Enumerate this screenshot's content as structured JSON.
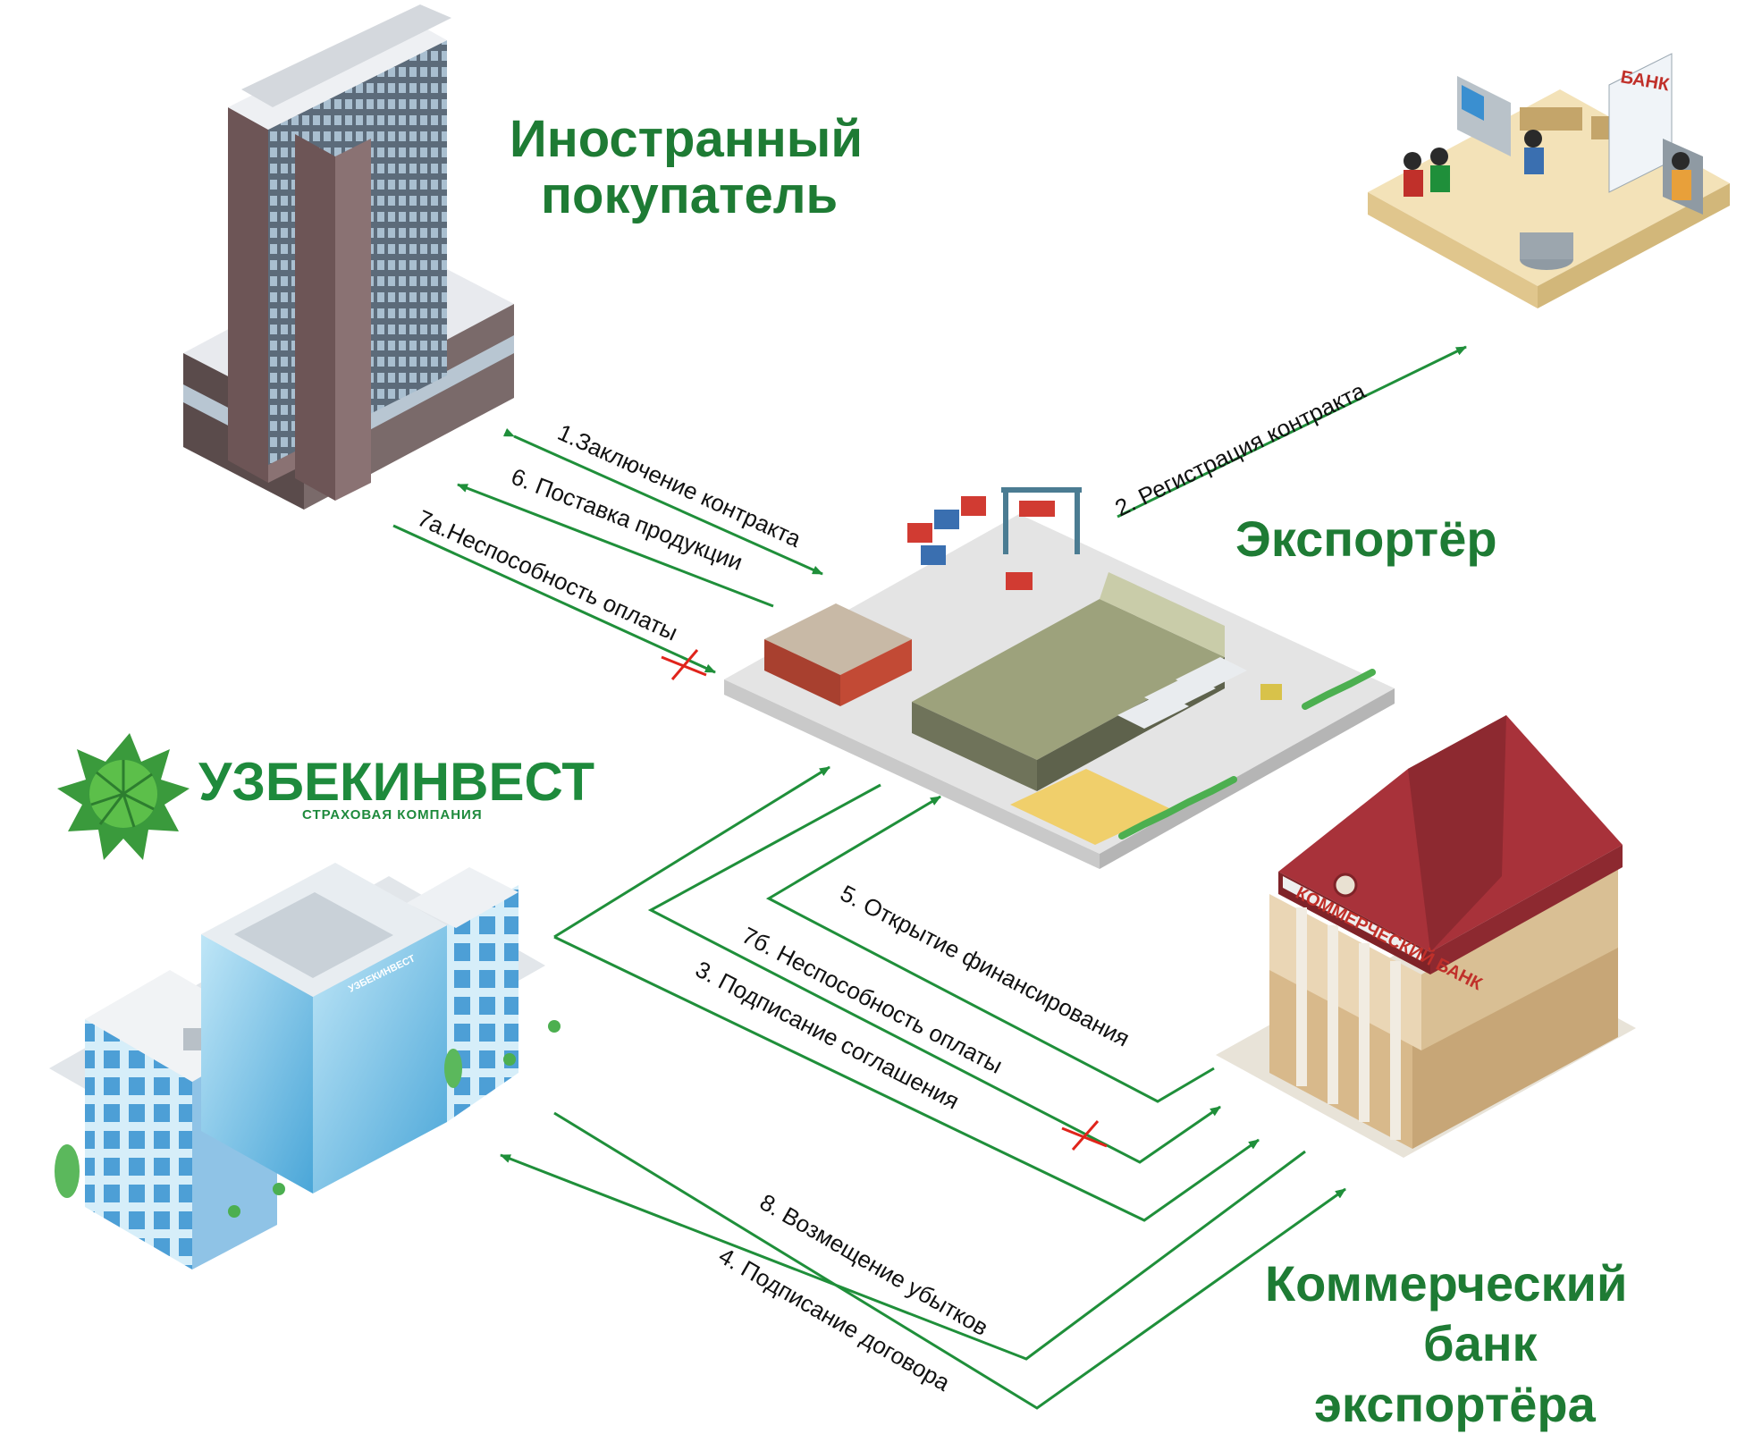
{
  "parties": {
    "buyer": [
      "Иностранный",
      "покупатель"
    ],
    "exporter": "Экспортёр",
    "bank": [
      "Коммерческий",
      "банк",
      "экспортёра"
    ]
  },
  "logo": {
    "name": "УЗБЕКИНВЕСТ",
    "subtitle": "СТРАХОВАЯ КОМПАНИЯ",
    "building_sign": "УЗБЕКИНВЕСТ"
  },
  "signs": {
    "bank_office": "БАНК",
    "bank_building": "КОММЕРЧЕСКИЙ БАНК"
  },
  "flows": {
    "f1": "1.Заключение контракта",
    "f2": "2. Регистрация контракта",
    "f3": "3. Подписание соглашения",
    "f4": "4. Подписание договора",
    "f5": "5. Открытие финансирования",
    "f6": "6. Поставка продукции",
    "f7a": "7а.Неспособность оплаты",
    "f7b": "7б. Неспособность оплаты",
    "f8": "8. Возмещение убытков"
  },
  "colors": {
    "accent_green": "#1e7b34",
    "arrow_green": "#1f8f3a",
    "cross_red": "#e0241b"
  }
}
